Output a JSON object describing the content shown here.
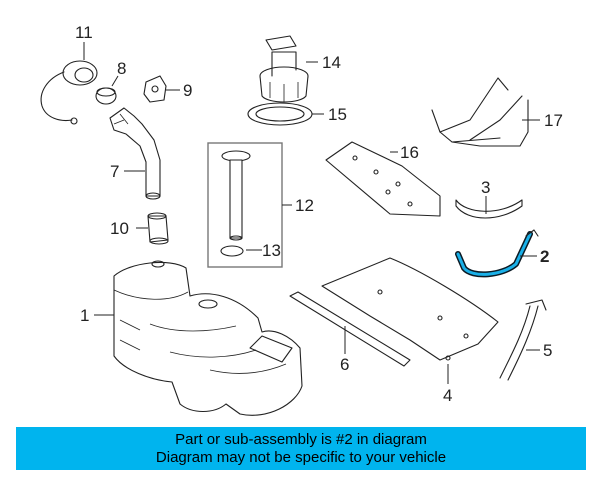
{
  "colors": {
    "banner_bg": "#00b4ee",
    "highlight": "#1ab0e8",
    "line": "#222222"
  },
  "callouts": {
    "c1": "1",
    "c2": "2",
    "c3": "3",
    "c4": "4",
    "c5": "5",
    "c6": "6",
    "c7": "7",
    "c8": "8",
    "c9": "9",
    "c10": "10",
    "c11": "11",
    "c12": "12",
    "c13": "13",
    "c14": "14",
    "c15": "15",
    "c16": "16",
    "c17": "17"
  },
  "highlighted_part": "2",
  "banner": {
    "line1": "Part or sub-assembly is #2 in diagram",
    "line2": "Diagram may not be specific to your vehicle"
  }
}
